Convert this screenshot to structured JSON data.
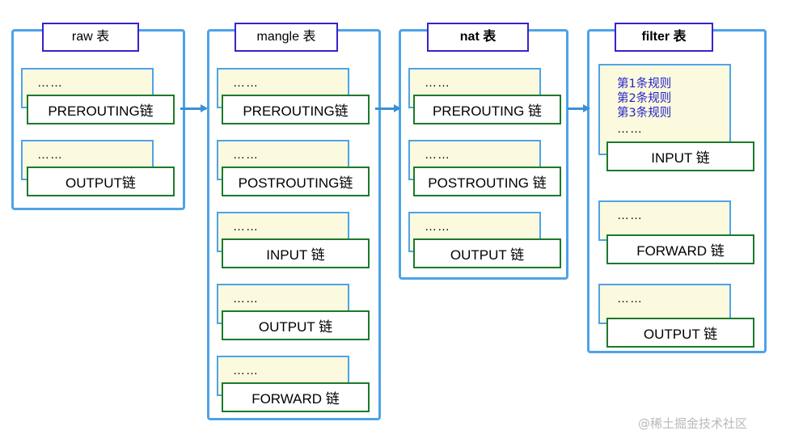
{
  "diagram": {
    "title_suffix": "表",
    "dots": "……",
    "watermark": "@稀土掘金技术社区",
    "colors": {
      "outer_border": "#4da3e8",
      "title_border": "#3a22c8",
      "panel_fill": "#fbfade",
      "chain_border": "#1d7a29",
      "rule_text": "#2323c8",
      "arrow": "#3a8fd4",
      "watermark": "#b9b9b9"
    },
    "tables": [
      {
        "id": "raw",
        "title": "raw 表",
        "bold": false,
        "chains": [
          {
            "label": "PREROUTING链",
            "dots": "……",
            "rules": []
          },
          {
            "label": "OUTPUT链",
            "dots": "……",
            "rules": []
          }
        ]
      },
      {
        "id": "mangle",
        "title": "mangle 表",
        "bold": false,
        "chains": [
          {
            "label": "PREROUTING链",
            "dots": "……",
            "rules": []
          },
          {
            "label": "POSTROUTING链",
            "dots": "……",
            "rules": []
          },
          {
            "label": "INPUT 链",
            "dots": "……",
            "rules": []
          },
          {
            "label": "OUTPUT 链",
            "dots": "……",
            "rules": []
          },
          {
            "label": "FORWARD 链",
            "dots": "……",
            "rules": []
          }
        ]
      },
      {
        "id": "nat",
        "title": "nat 表",
        "bold": true,
        "chains": [
          {
            "label": "PREROUTING 链",
            "dots": "……",
            "rules": []
          },
          {
            "label": "POSTROUTING 链",
            "dots": "……",
            "rules": []
          },
          {
            "label": "OUTPUT 链",
            "dots": "……",
            "rules": []
          }
        ]
      },
      {
        "id": "filter",
        "title": "filter 表",
        "bold": true,
        "chains": [
          {
            "label": "INPUT 链",
            "dots": "……",
            "rules": [
              "第1条规则",
              "第2条规则",
              "第3条规则"
            ]
          },
          {
            "label": "FORWARD 链",
            "dots": "……",
            "rules": []
          },
          {
            "label": "OUTPUT 链",
            "dots": "……",
            "rules": []
          }
        ]
      }
    ],
    "arrows": [
      {
        "from": "raw",
        "to": "mangle"
      },
      {
        "from": "mangle",
        "to": "nat"
      },
      {
        "from": "nat",
        "to": "filter"
      }
    ]
  }
}
